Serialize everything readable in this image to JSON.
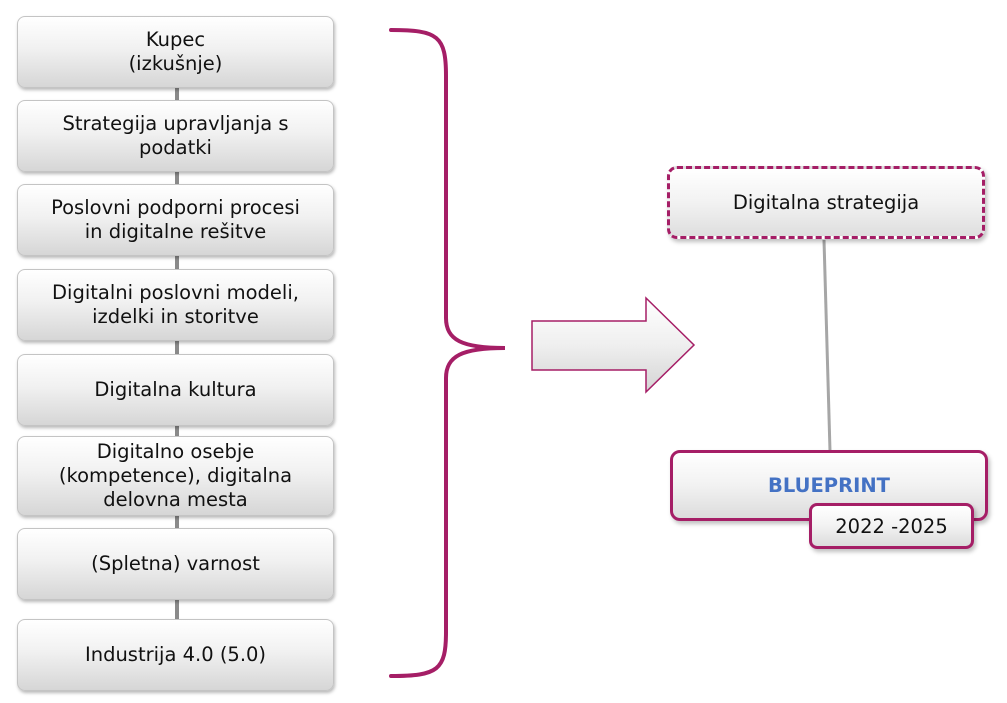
{
  "colors": {
    "accent": "#a51e66",
    "blueprint_text": "#4472c4",
    "connector": "#8a8a8a",
    "arrow_border": "#a51e66"
  },
  "stack": [
    {
      "label": "Kupec\n(izkušnje)"
    },
    {
      "label": "Strategija upravljanja s\npodatki"
    },
    {
      "label": "Poslovni podporni procesi\nin digitalne rešitve"
    },
    {
      "label": "Digitalni poslovni modeli,\nizdelki in storitve"
    },
    {
      "label": "Digitalna kultura"
    },
    {
      "label": "Digitalno osebje\n(kompetence), digitalna\ndelovna mesta"
    },
    {
      "label": "(Spletna) varnost"
    },
    {
      "label": "Industrija 4.0 (5.0)"
    }
  ],
  "strategy": {
    "label": "Digitalna strategija"
  },
  "blueprint": {
    "label": "BLUEPRINT",
    "years": "2022 -2025"
  },
  "icons": {
    "brace": "right-curly-brace-icon",
    "arrow": "right-arrow-icon"
  }
}
